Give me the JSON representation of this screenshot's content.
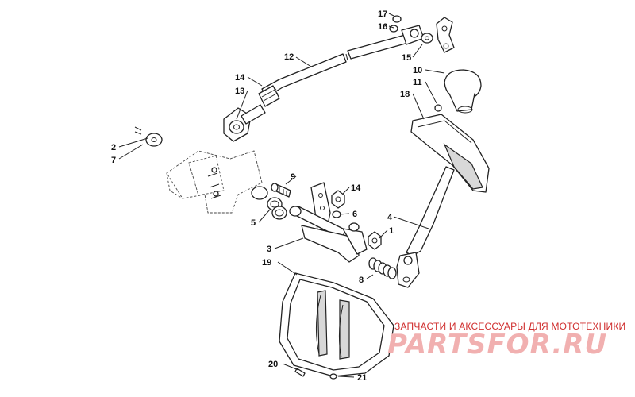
{
  "callouts": [
    {
      "id": "c17",
      "text": "17"
    },
    {
      "id": "c16",
      "text": "16"
    },
    {
      "id": "c12",
      "text": "12"
    },
    {
      "id": "c15",
      "text": "15"
    },
    {
      "id": "c10",
      "text": "10"
    },
    {
      "id": "c11",
      "text": "11"
    },
    {
      "id": "c18",
      "text": "18"
    },
    {
      "id": "c14a",
      "text": "14"
    },
    {
      "id": "c13",
      "text": "13"
    },
    {
      "id": "c2",
      "text": "2"
    },
    {
      "id": "c7",
      "text": "7"
    },
    {
      "id": "c9",
      "text": "9"
    },
    {
      "id": "c14b",
      "text": "14"
    },
    {
      "id": "c5",
      "text": "5"
    },
    {
      "id": "c6",
      "text": "6"
    },
    {
      "id": "c4",
      "text": "4"
    },
    {
      "id": "c1",
      "text": "1"
    },
    {
      "id": "c3",
      "text": "3"
    },
    {
      "id": "c19",
      "text": "19"
    },
    {
      "id": "c8",
      "text": "8"
    },
    {
      "id": "c20",
      "text": "20"
    },
    {
      "id": "c21",
      "text": "21"
    }
  ],
  "watermark": {
    "tagline": "ЗАПЧАСТИ И АКСЕССУАРЫ ДЛЯ МОТОТЕХНИКИ",
    "logo": "PARTSFOR.RU",
    "color": "#d03030"
  }
}
